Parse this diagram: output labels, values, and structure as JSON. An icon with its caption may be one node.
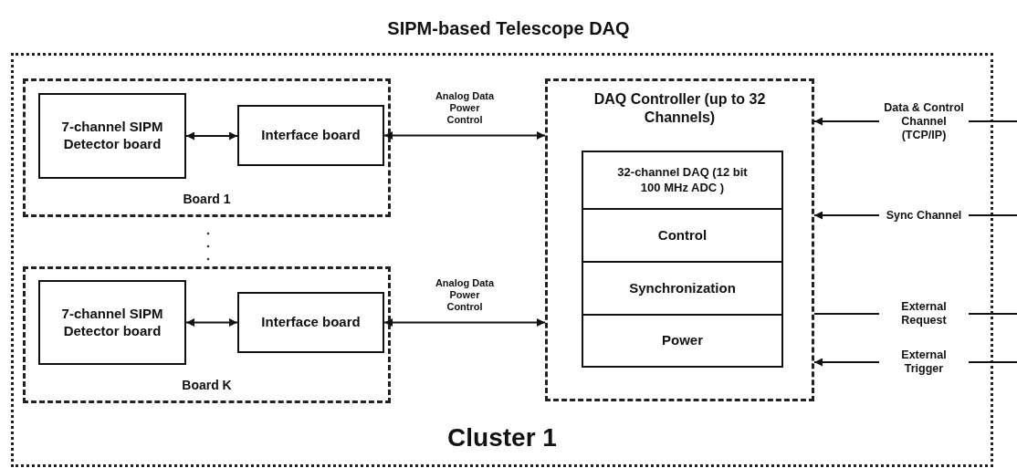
{
  "diagram": {
    "title": "SIPM-based Telescope DAQ",
    "nodes": [
      {
        "text": [
          "Cluster 1"
        ]
      },
      {
        "text": [
          "Board 1"
        ],
        "in": 0
      },
      {
        "text": [
          "7-channel SIPM Detector board"
        ],
        "in": 1
      },
      {
        "text": [
          "Interface board"
        ],
        "in": 1
      },
      {
        "text": [
          "Board K"
        ],
        "in": 0
      },
      {
        "text": [
          "7-channel SIPM Detector board"
        ],
        "in": 4
      },
      {
        "text": [
          "Interface board"
        ],
        "in": 4
      },
      {
        "text": [
          "DAQ Controller (up to 32 Channels)"
        ],
        "in": 0
      },
      {
        "text": [
          "32-channel DAQ (12 bit 100 MHz ADC )"
        ],
        "in": 7
      },
      {
        "text": [
          "Control"
        ],
        "in": 7
      },
      {
        "text": [
          "Synchronization"
        ],
        "in": 7
      },
      {
        "text": [
          "Power"
        ],
        "in": 7
      }
    ],
    "edges": [
      {
        "from": 2,
        "to": 3,
        "arrow": "both"
      },
      {
        "from": 3,
        "to": 7,
        "arrow": "both",
        "label": "Analog Data Power Control"
      },
      {
        "from": 5,
        "to": 6,
        "arrow": "both"
      },
      {
        "from": 6,
        "to": 7,
        "arrow": "both",
        "label": "Analog Data Power Control"
      },
      {
        "from": null,
        "to": 7,
        "arrow": "to",
        "label": "Data & Control Channel (TCP/IP)"
      },
      {
        "from": null,
        "to": 7,
        "arrow": "to",
        "label": "Sync Channel"
      },
      {
        "from": null,
        "to": 7,
        "arrow": "none",
        "label": "External Request"
      },
      {
        "from": null,
        "to": 7,
        "arrow": "to",
        "label": "External Trigger"
      }
    ]
  }
}
